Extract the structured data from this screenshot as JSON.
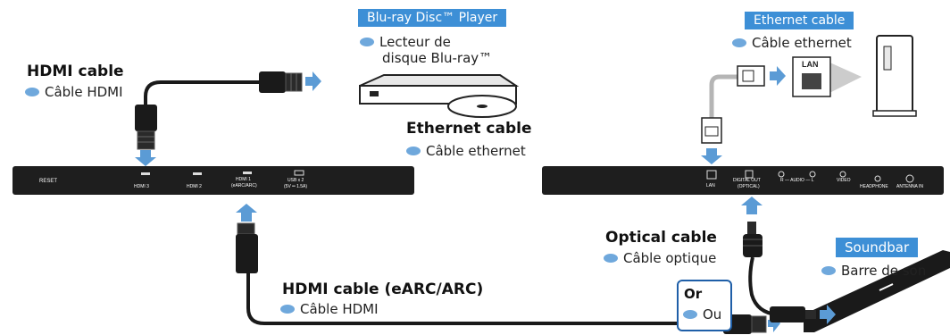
{
  "labels": {
    "hdmi_top_en": "HDMI cable",
    "hdmi_top_fr": "Câble HDMI",
    "bluray_tag": "Blu-ray Disc™ Player",
    "bluray_fr_line1": "Lecteur de",
    "bluray_fr_line2": "disque Blu-ray™",
    "eth_mid_en": "Ethernet cable",
    "eth_mid_fr": "Câble ethernet",
    "eth_tag": "Ethernet cable",
    "eth_tag_fr": "Câble ethernet",
    "lan_box": "LAN",
    "optical_en": "Optical cable",
    "optical_fr": "Câble optique",
    "soundbar_tag": "Soundbar",
    "soundbar_fr": "Barre de son",
    "or_en": "Or",
    "or_fr": "Ou",
    "hdmi_arc_en": "HDMI cable (eARC/ARC)",
    "hdmi_arc_fr": "Câble HDMI"
  },
  "left_panel": {
    "reset": "RESET",
    "hdmi3": "HDMI 3",
    "hdmi2": "HDMI 2",
    "hdmi1_line1": "HDMI 1",
    "hdmi1_line2": "(eARC/ARC)",
    "usb_line1": "USB x 2",
    "usb_line2": "(5V ═ 1.5A)"
  },
  "right_panel": {
    "lan": "LAN",
    "digital_out_line1": "DIGITAL OUT",
    "digital_out_line2": "(OPTICAL)",
    "audio": "R — AUDIO — L",
    "video": "VIDEO",
    "headphone": "HEADPHONE",
    "antenna": "ANTENNA IN"
  },
  "colors": {
    "arrow": "#5b9bd5",
    "tag_bg": "#3d8fd6",
    "panel": "#1e1e1e",
    "cable": "#1a1a1a",
    "eth_cable": "#b5b5b5"
  }
}
